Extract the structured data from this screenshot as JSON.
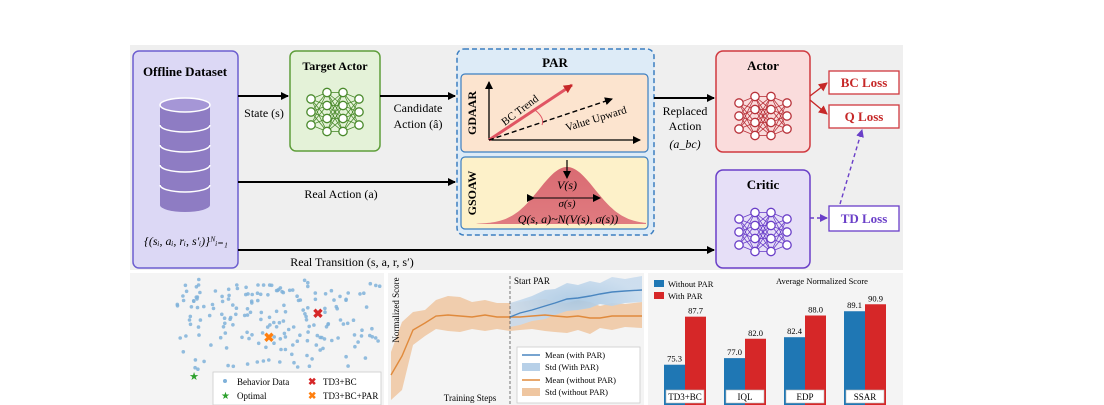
{
  "pipeline": {
    "offline_dataset": "Offline Dataset",
    "dataset_formula": "{(sᵢ, aᵢ, rᵢ, s′ᵢ)}ᴺᵢ₌₁",
    "target_actor": "Target Actor",
    "state_label": "State (s)",
    "candidate_line1": "Candidate",
    "candidate_line2": "Action (â)",
    "par_title": "PAR",
    "gdaar": "GDAAR",
    "bc_trend": "BC Trend",
    "value_upward": "Value Upward",
    "gsoaw": "GSOAW",
    "v_s": "V(s)",
    "sigma_s": "σ(s)",
    "q_formula": "Q(s, a)~N(V(s), σ(s))",
    "replaced_line1": "Replaced",
    "replaced_line2": "Action",
    "replaced_line3": "(a_bc)",
    "actor": "Actor",
    "critic": "Critic",
    "bc_loss": "BC Loss",
    "q_loss": "Q Loss",
    "td_loss": "TD Loss",
    "real_action": "Real Action (a)",
    "real_transition": "Real Transition (s, a, r, s′)"
  },
  "scatter_panel": {
    "legend": [
      "Behavior Data",
      "TD3+BC",
      "Optimal",
      "TD3+BC+PAR"
    ],
    "colors": {
      "behavior": "#7fb1d9",
      "td3bc": "#d62728",
      "optimal": "#2ca02c",
      "td3bcpar": "#ff7f0e"
    }
  },
  "curve_panel": {
    "ylabel": "Normalized Score",
    "xlabel": "Training Steps",
    "annotation": "Start PAR",
    "legend": [
      "Mean (with PAR)",
      "Std (With PAR)",
      "Mean (without PAR)",
      "Std (without PAR)"
    ],
    "colors": {
      "with": "#4a86c0",
      "without": "#e08a3c"
    }
  },
  "chart_data": {
    "type": "bar",
    "title": "Average Normalized Score",
    "categories": [
      "TD3+BC",
      "IQL",
      "EDP",
      "SSAR"
    ],
    "series": [
      {
        "name": "Without PAR",
        "values": [
          75.3,
          77.0,
          82.4,
          89.1
        ],
        "color": "#1f77b4"
      },
      {
        "name": "With PAR",
        "values": [
          87.7,
          82.0,
          88.0,
          90.9
        ],
        "color": "#d62728"
      }
    ],
    "ylim": [
      68,
      92
    ]
  }
}
